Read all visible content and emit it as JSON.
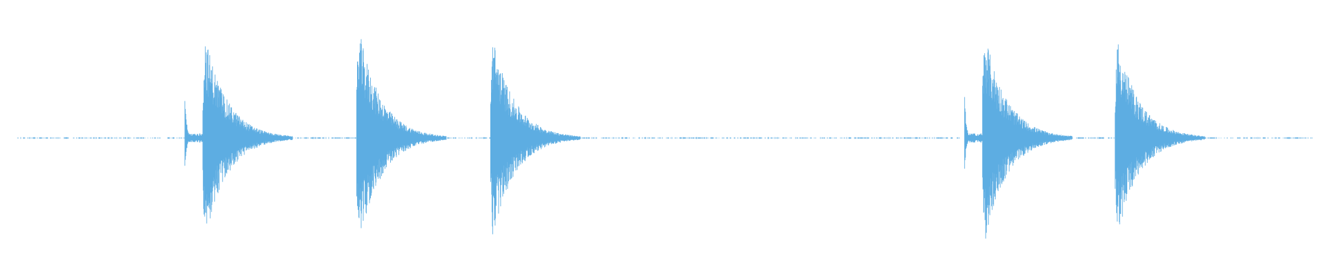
{
  "waveform": {
    "color": "#5dade2",
    "baseline_style": "dotted",
    "duration_fraction_start": 0.013,
    "duration_fraction_end": 0.992,
    "hits": [
      {
        "time": 0.153,
        "peak": 0.38,
        "pre_transient": 0.18
      },
      {
        "time": 0.269,
        "peak": 0.4,
        "pre_transient": 0.0
      },
      {
        "time": 0.37,
        "peak": 0.37,
        "pre_transient": 0.0
      },
      {
        "time": 0.741,
        "peak": 0.39,
        "pre_transient": 0.16
      },
      {
        "time": 0.841,
        "peak": 0.37,
        "pre_transient": 0.0
      }
    ]
  }
}
